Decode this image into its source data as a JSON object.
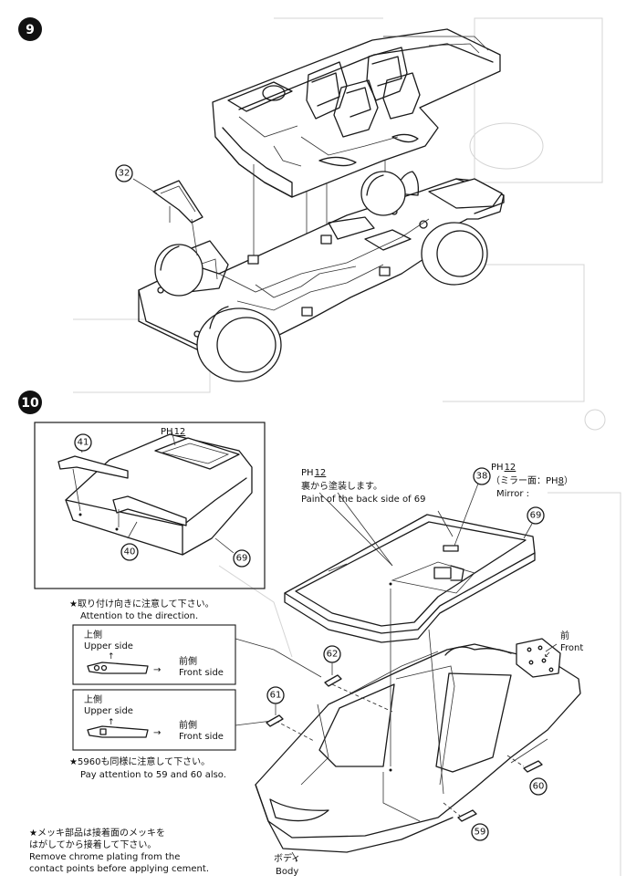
{
  "steps": {
    "step9": "9",
    "step10": "10"
  },
  "parts": {
    "p32": "32",
    "p41": "41",
    "p40": "40",
    "p69_inset": "69",
    "p38": "38",
    "p69_main": "69",
    "p62": "62",
    "p61": "61",
    "p60": "60",
    "p59": "59"
  },
  "paint": {
    "inset_code": "PH",
    "inset_num": "12",
    "back_code": "PH",
    "back_num": "12",
    "back_jp": "裏から塗装します。",
    "back_en_prefix": "Paint of the back side of",
    "back_en_part": "69",
    "part38_code": "PH",
    "part38_num": "12",
    "mirror_jp": "（ミラー面：",
    "mirror_code": "PH",
    "mirror_num": "8",
    "mirror_jp_end": "）",
    "mirror_en": "Mirror :"
  },
  "notes": {
    "direction_jp": "★取り付け向きに注意して下さい。",
    "direction_en": "Attention to the direction.",
    "box1_upper_jp": "上側",
    "box1_upper_en": "Upper side",
    "box1_front_jp": "前側",
    "box1_front_en": "Front side",
    "box2_upper_jp": "上側",
    "box2_upper_en": "Upper side",
    "box2_front_jp": "前側",
    "box2_front_en": "Front side",
    "also_jp_prefix": "★",
    "also_p59": "59",
    "also_p60": "60",
    "also_jp_suffix": "も同様に注意して下さい。",
    "also_en_prefix": "Pay attention to",
    "also_en_p59": "59",
    "also_en_and": "and",
    "also_en_p60": "60",
    "also_en_suffix": "also.",
    "chrome_jp1": "★メッキ部品は接着面のメッキを",
    "chrome_jp2": "はがしてから接着して下さい。",
    "chrome_en1": "Remove chrome plating from the",
    "chrome_en2": "contact points before applying cement."
  },
  "labels": {
    "front_jp": "前",
    "front_en": "Front",
    "body_jp": "ボディ",
    "body_en": "Body"
  }
}
